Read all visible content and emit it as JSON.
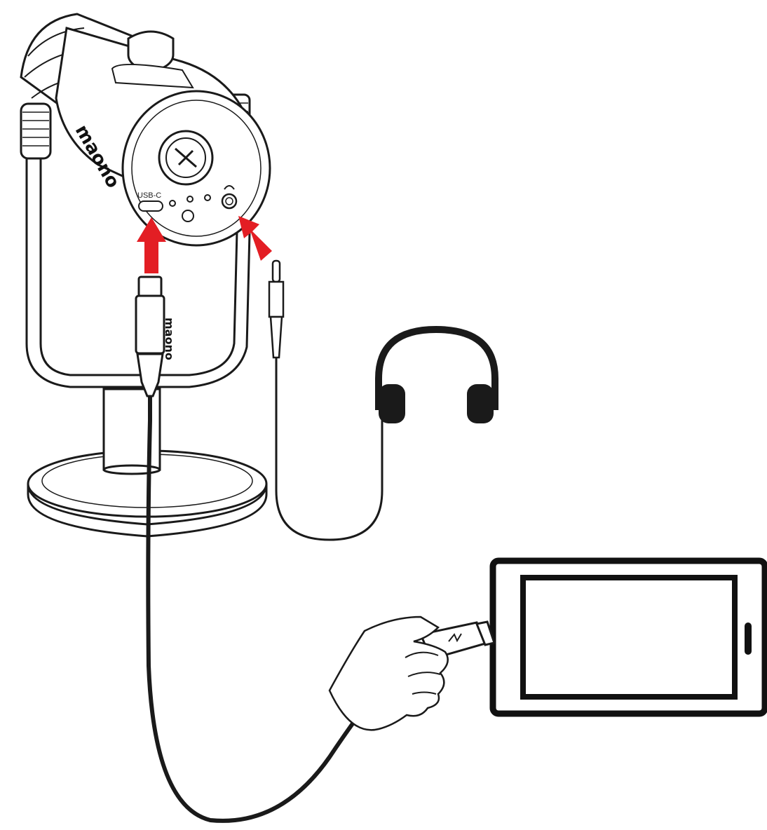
{
  "diagram": {
    "mic": {
      "brand_text": "maono",
      "port_label": "USB-C"
    },
    "cable": {
      "brand_text": "maono"
    },
    "colors": {
      "arrow": "#e31e24",
      "outline": "#1a1a1a",
      "fill": "#ffffff"
    }
  }
}
